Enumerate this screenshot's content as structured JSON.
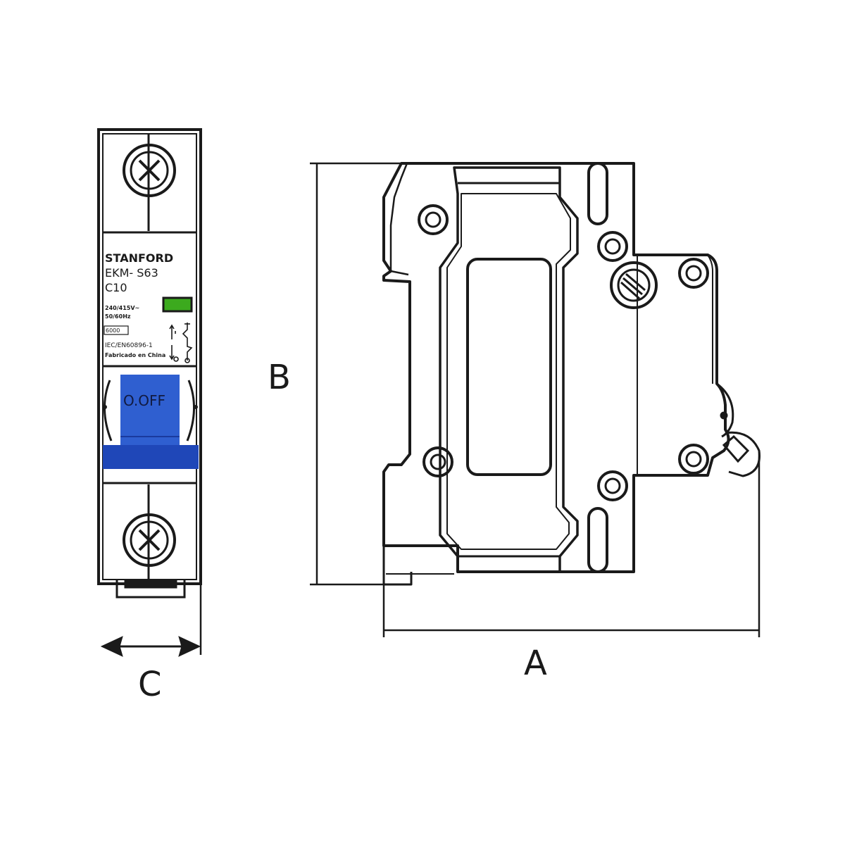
{
  "front_view": {
    "brand": "STANFORD",
    "model": "EKM- S63",
    "rating": "C10",
    "voltage": "240/415V~",
    "frequency": "50/60Hz",
    "breaking_capacity": "6000",
    "standard": "IEC/EN60896-1",
    "origin": "Fabricado en China",
    "switch_label": "O.OFF",
    "switch_color": "#2f5fd0",
    "switch_dark_color": "#1f47b8",
    "indicator_color": "#3caa1e"
  },
  "dimensions": {
    "depth_label": "A",
    "height_label": "B",
    "width_label": "C"
  },
  "colors": {
    "line": "#1a1a1a",
    "background": "#ffffff"
  }
}
